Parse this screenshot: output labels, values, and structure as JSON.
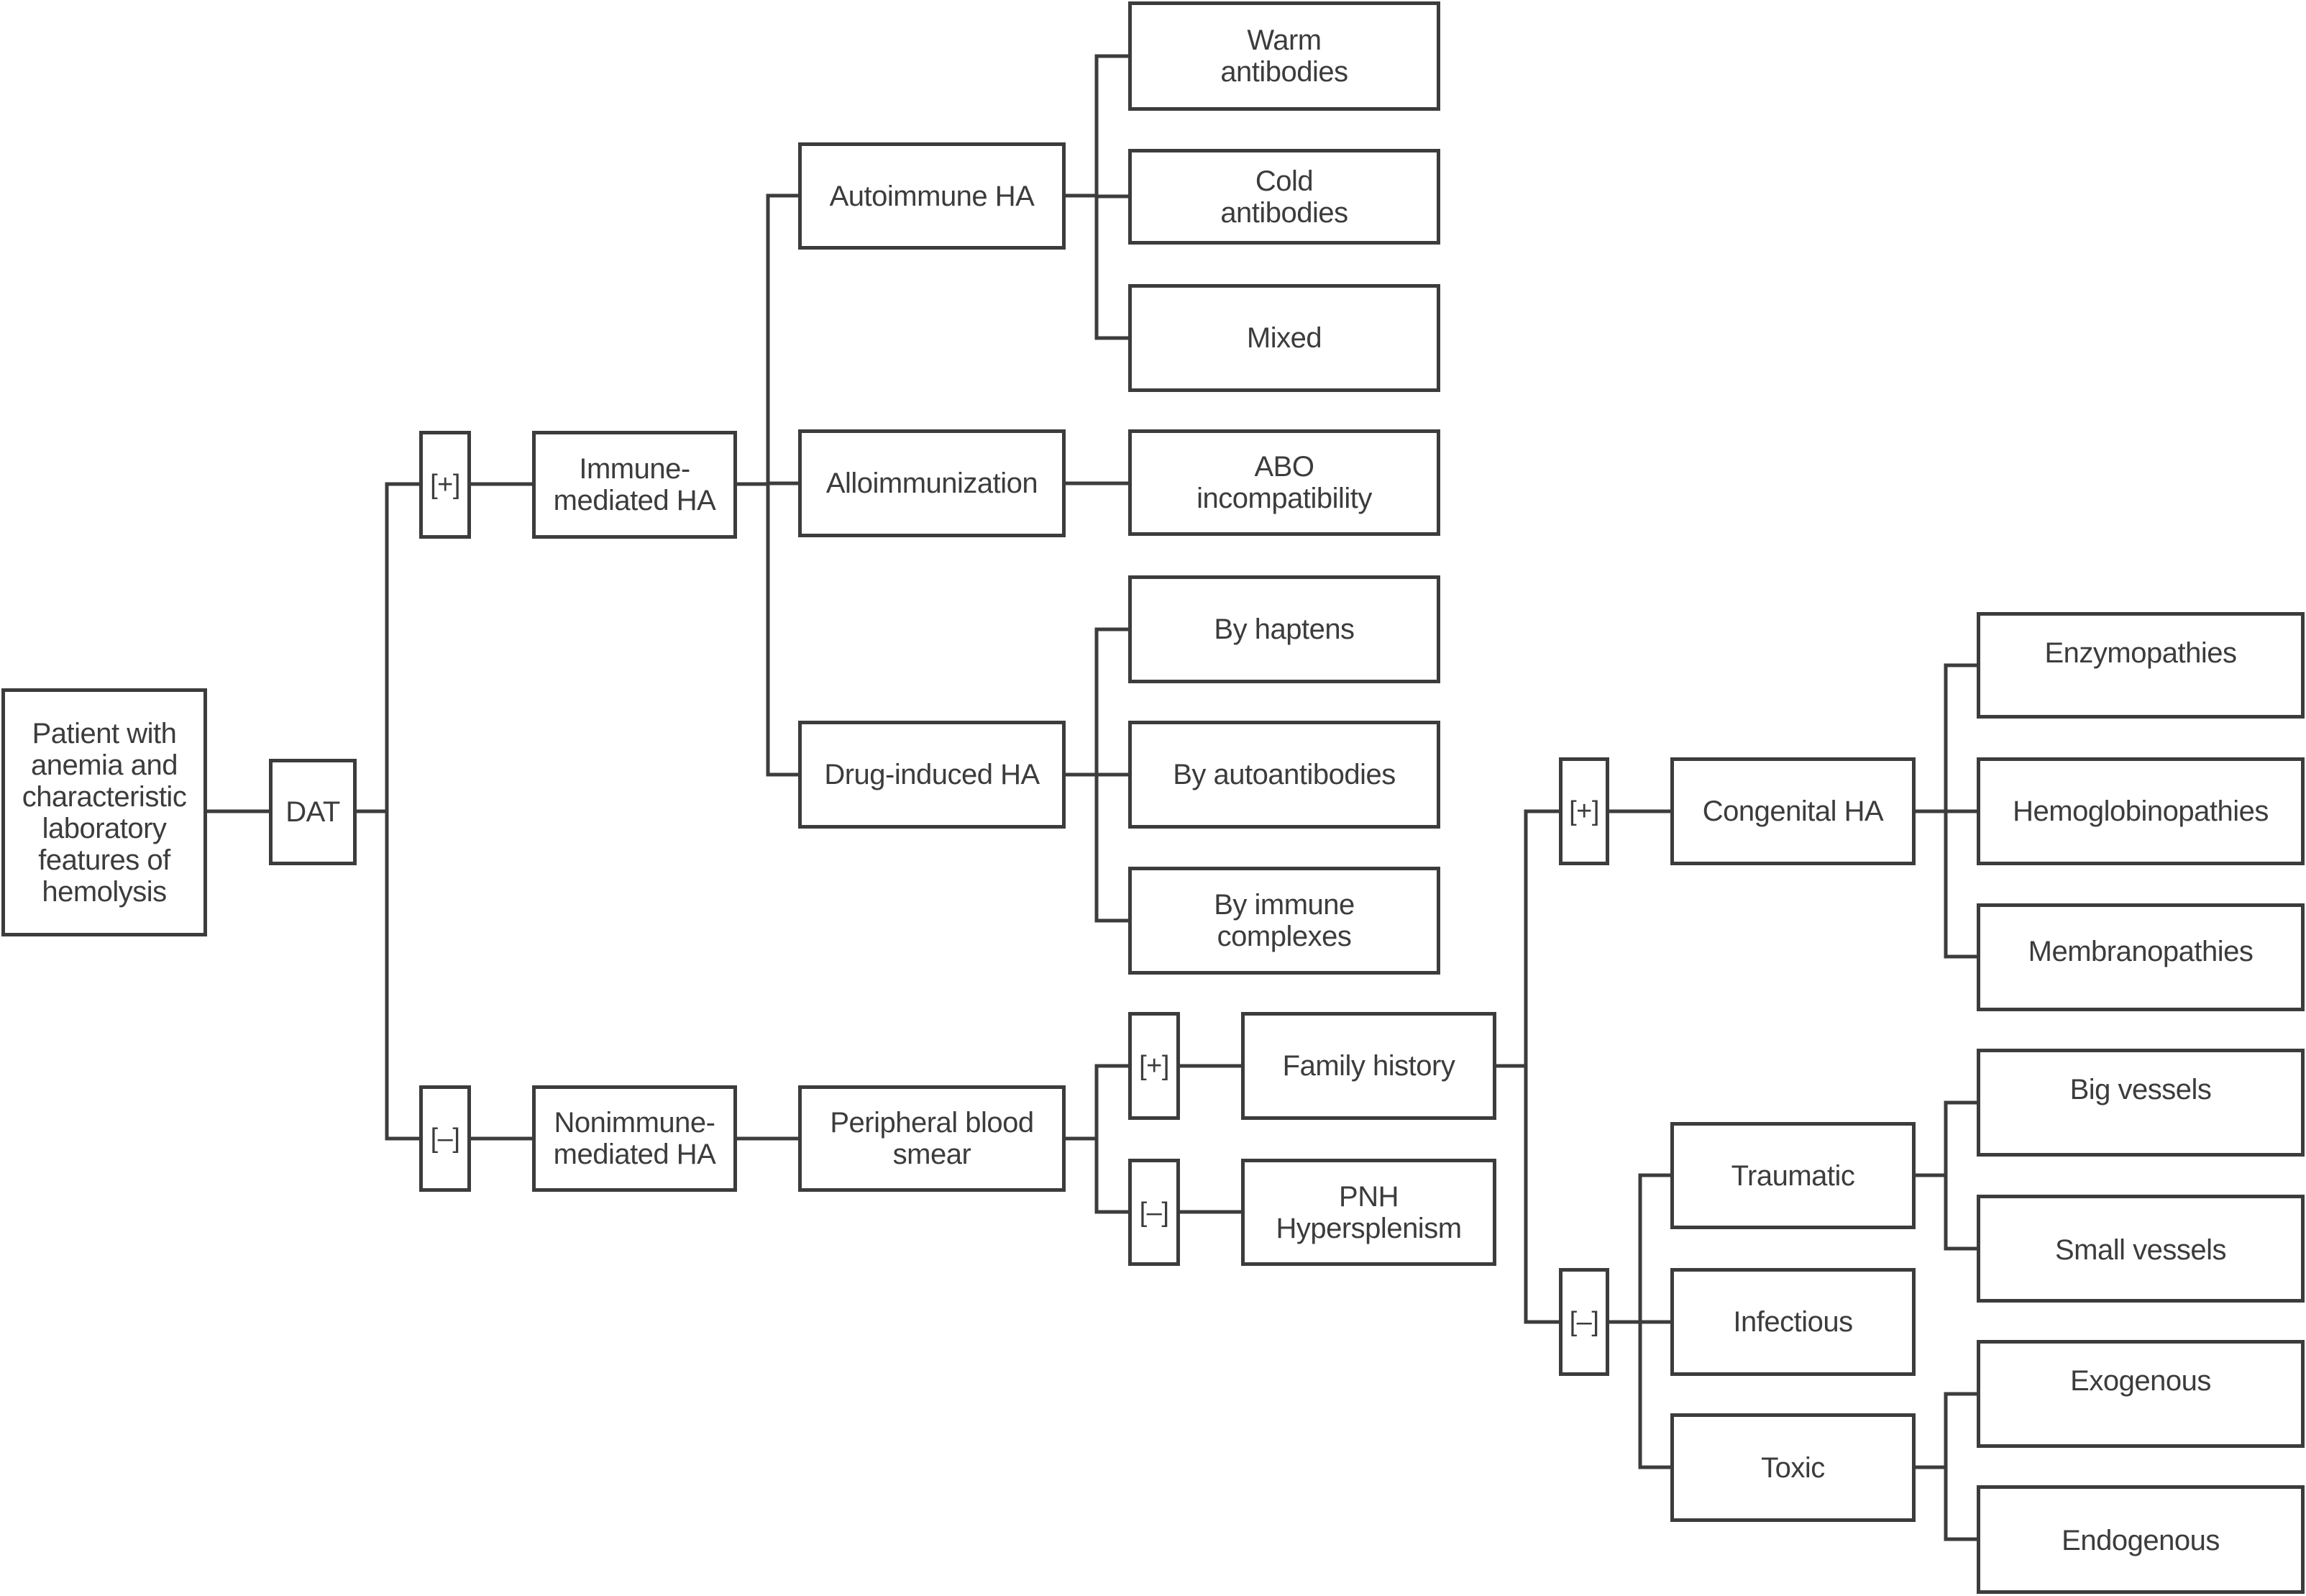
{
  "title": "Diagnostic algorithm for hemolytic anemia",
  "colors": {
    "line": "#3c3c3c",
    "background": "#ffffff"
  },
  "nodes": {
    "patient": "Patient with\nanemia and\ncharacteristic\nlaboratory\nfeatures of\nhemolysis",
    "dat": "DAT",
    "dat_positive": "[+]",
    "dat_negative": "[–]",
    "immune_mediated": "Immune-\nmediated HA",
    "nonimmune_mediated": "Nonimmune-\nmediated HA",
    "autoimmune": "Autoimmune HA",
    "alloimmunization": "Alloimmunization",
    "drug_induced": "Drug-induced HA",
    "peripheral_smear": "Peripheral blood\nsmear",
    "warm": "Warm\nantibodies",
    "cold": "Cold\nantibodies",
    "mixed": "Mixed",
    "abo": "ABO\nincompatibility",
    "haptens": "By haptens",
    "autoantibodies": "By autoantibodies",
    "immune_complexes": "By immune\ncomplexes",
    "smear_positive": "[+]",
    "smear_negative": "[–]",
    "family_history": "Family history",
    "pnh": "PNH\nHypersplenism",
    "family_positive": "[+]",
    "family_negative": "[–]",
    "congenital": "Congenital HA",
    "traumatic": "Traumatic",
    "infectious": "Infectious",
    "toxic": "Toxic",
    "enzymopathies": "Enzymopathies",
    "hemoglobinopathies": "Hemoglobinopathies",
    "membranopathies": "Membranopathies",
    "big_vessels": "Big vessels",
    "small_vessels": "Small vessels",
    "exogenous": "Exogenous",
    "endogenous": "Endogenous"
  }
}
